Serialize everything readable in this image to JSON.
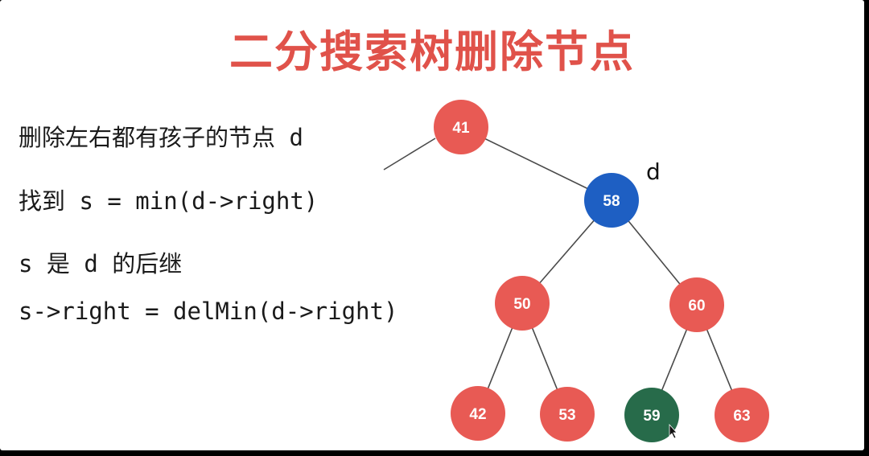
{
  "slide": {
    "title": "二分搜索树删除节点",
    "lines": [
      "删除左右都有孩子的节点 d",
      "找到 s = min(d->right)",
      "s 是 d 的后继",
      "s->right = delMin(d->right)"
    ]
  },
  "tree": {
    "colors": {
      "normal": "#e85a54",
      "target": "#1e5fc3",
      "successor": "#276b4a",
      "edge": "#4a4a4a"
    },
    "target_marker": "d",
    "nodes": [
      {
        "id": "n41",
        "label": "41",
        "role": "normal"
      },
      {
        "id": "n58",
        "label": "58",
        "role": "target"
      },
      {
        "id": "n50",
        "label": "50",
        "role": "normal"
      },
      {
        "id": "n60",
        "label": "60",
        "role": "normal"
      },
      {
        "id": "n42",
        "label": "42",
        "role": "normal"
      },
      {
        "id": "n53",
        "label": "53",
        "role": "normal"
      },
      {
        "id": "n59",
        "label": "59",
        "role": "successor"
      },
      {
        "id": "n63",
        "label": "63",
        "role": "normal"
      }
    ],
    "edges": [
      [
        "n41",
        "n58"
      ],
      [
        "n58",
        "n50"
      ],
      [
        "n58",
        "n60"
      ],
      [
        "n50",
        "n42"
      ],
      [
        "n50",
        "n53"
      ],
      [
        "n60",
        "n59"
      ],
      [
        "n60",
        "n63"
      ]
    ]
  }
}
